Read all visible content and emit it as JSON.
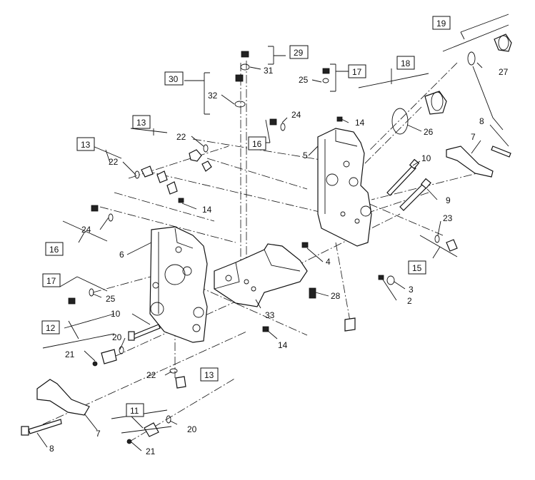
{
  "callouts": [
    {
      "id": "c1",
      "text": "19"
    },
    {
      "id": "c2",
      "text": "29"
    },
    {
      "id": "c3",
      "text": "31"
    },
    {
      "id": "c4",
      "text": "30"
    },
    {
      "id": "c5",
      "text": "32"
    },
    {
      "id": "c6",
      "text": "17"
    },
    {
      "id": "c7",
      "text": "25"
    },
    {
      "id": "c8",
      "text": "18"
    },
    {
      "id": "c9",
      "text": "27"
    },
    {
      "id": "c10",
      "text": "13"
    },
    {
      "id": "c11",
      "text": "24"
    },
    {
      "id": "c12",
      "text": "14"
    },
    {
      "id": "c13",
      "text": "16"
    },
    {
      "id": "c14",
      "text": "26"
    },
    {
      "id": "c15",
      "text": "22"
    },
    {
      "id": "c16",
      "text": "5"
    },
    {
      "id": "c17",
      "text": "8"
    },
    {
      "id": "c18",
      "text": "7"
    },
    {
      "id": "c19",
      "text": "13"
    },
    {
      "id": "c20",
      "text": "22"
    },
    {
      "id": "c21",
      "text": "10"
    },
    {
      "id": "c22",
      "text": "9"
    },
    {
      "id": "c23",
      "text": "14"
    },
    {
      "id": "c24",
      "text": "24"
    },
    {
      "id": "c25",
      "text": "16"
    },
    {
      "id": "c26",
      "text": "6"
    },
    {
      "id": "c27",
      "text": "23"
    },
    {
      "id": "c28",
      "text": "4"
    },
    {
      "id": "c29",
      "text": "15"
    },
    {
      "id": "c30",
      "text": "17"
    },
    {
      "id": "c31",
      "text": "25"
    },
    {
      "id": "c32",
      "text": "3"
    },
    {
      "id": "c33",
      "text": "28"
    },
    {
      "id": "c34",
      "text": "2"
    },
    {
      "id": "c35",
      "text": "10"
    },
    {
      "id": "c36",
      "text": "33"
    },
    {
      "id": "c37",
      "text": "12"
    },
    {
      "id": "c38",
      "text": "20"
    },
    {
      "id": "c39",
      "text": "14"
    },
    {
      "id": "c40",
      "text": "21"
    },
    {
      "id": "c41",
      "text": "22"
    },
    {
      "id": "c42",
      "text": "13"
    },
    {
      "id": "c43",
      "text": "7"
    },
    {
      "id": "c44",
      "text": "11"
    },
    {
      "id": "c45",
      "text": "20"
    },
    {
      "id": "c46",
      "text": "8"
    },
    {
      "id": "c47",
      "text": "21"
    }
  ]
}
